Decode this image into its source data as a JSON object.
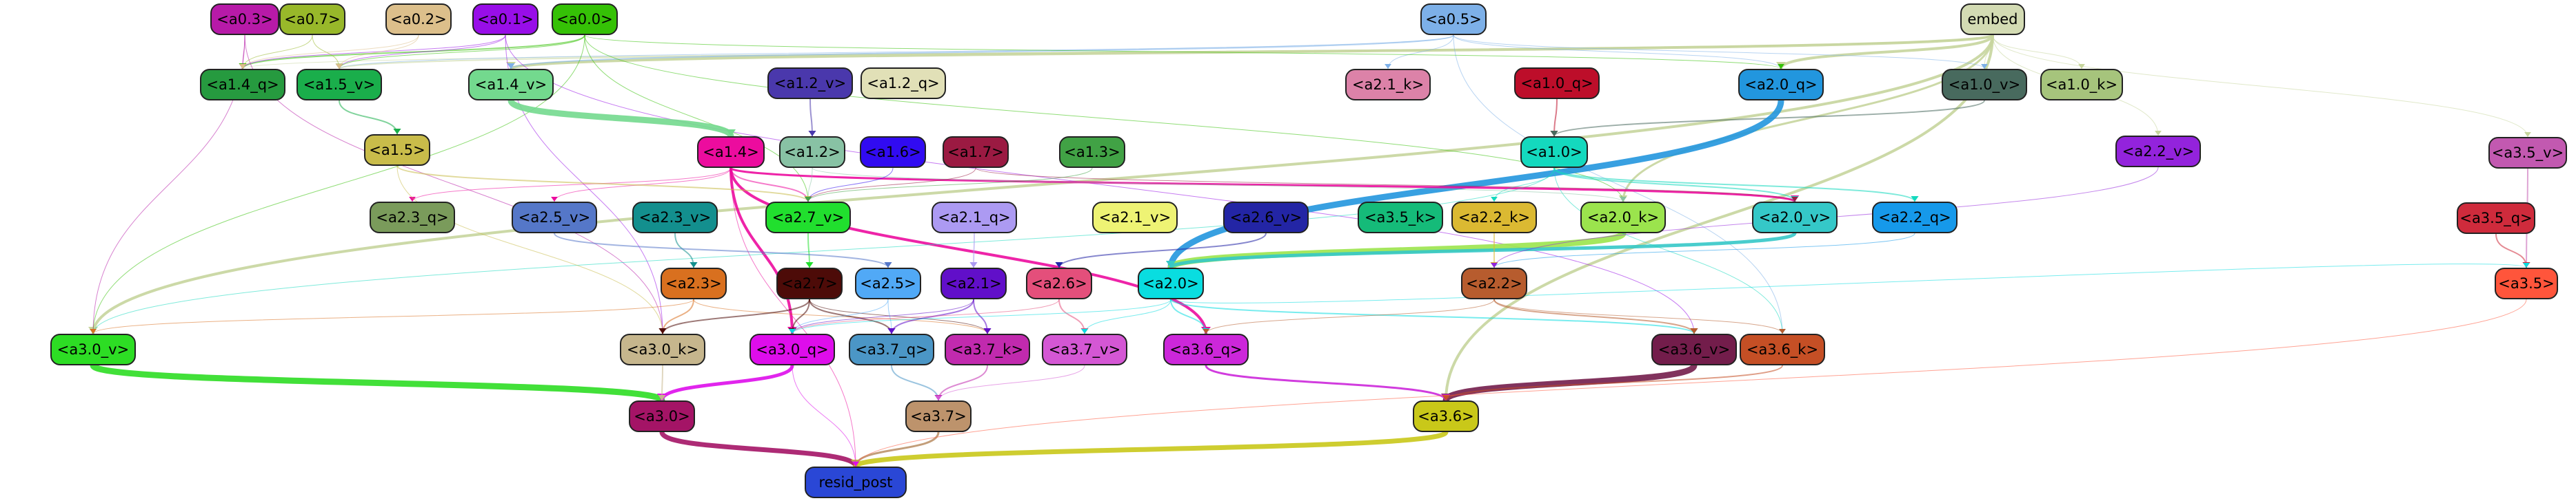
{
  "graph": {
    "nodes": [
      {
        "id": "a0.3",
        "label": "<a0.3>",
        "fill": "#b71aa8",
        "text": "#000000"
      },
      {
        "id": "a0.7",
        "label": "<a0.7>",
        "fill": "#98b82a",
        "text": "#000000"
      },
      {
        "id": "a0.2",
        "label": "<a0.2>",
        "fill": "#dcbf8b",
        "text": "#000000"
      },
      {
        "id": "a0.1",
        "label": "<a0.1>",
        "fill": "#980ee8",
        "text": "#000000"
      },
      {
        "id": "a0.0",
        "label": "<a0.0>",
        "fill": "#35c106",
        "text": "#000000"
      },
      {
        "id": "a0.5",
        "label": "<a0.5>",
        "fill": "#7db0e8",
        "text": "#000000"
      },
      {
        "id": "embed",
        "label": "embed",
        "fill": "#d3dbb3",
        "text": "#000000"
      },
      {
        "id": "a1.4_q",
        "label": "<a1.4_q>",
        "fill": "#269a3f",
        "text": "#000000"
      },
      {
        "id": "a1.5_v",
        "label": "<a1.5_v>",
        "fill": "#1aae4b",
        "text": "#000000"
      },
      {
        "id": "a1.4_v",
        "label": "<a1.4_v>",
        "fill": "#73d98e",
        "text": "#000000"
      },
      {
        "id": "a1.2_v",
        "label": "<a1.2_v>",
        "fill": "#4a38ac",
        "text": "#000000"
      },
      {
        "id": "a1.2_q",
        "label": "<a1.2_q>",
        "fill": "#e1e0b7",
        "text": "#000000"
      },
      {
        "id": "a2.1_k",
        "label": "<a2.1_k>",
        "fill": "#dc82a8",
        "text": "#000000"
      },
      {
        "id": "a1.0_q",
        "label": "<a1.0_q>",
        "fill": "#bd0e2a",
        "text": "#000000"
      },
      {
        "id": "a2.0_q",
        "label": "<a2.0_q>",
        "fill": "#2296de",
        "text": "#000000"
      },
      {
        "id": "a1.0_v",
        "label": "<a1.0_v>",
        "fill": "#486a5e",
        "text": "#000000"
      },
      {
        "id": "a1.0_k",
        "label": "<a1.0_k>",
        "fill": "#a6c47c",
        "text": "#000000"
      },
      {
        "id": "a1.5",
        "label": "<a1.5>",
        "fill": "#c9bc4a",
        "text": "#000000"
      },
      {
        "id": "a1.4",
        "label": "<a1.4>",
        "fill": "#ec0c9e",
        "text": "#000000"
      },
      {
        "id": "a1.2",
        "label": "<a1.2>",
        "fill": "#88c2a4",
        "text": "#000000"
      },
      {
        "id": "a1.6",
        "label": "<a1.6>",
        "fill": "#310bf1",
        "text": "#000000"
      },
      {
        "id": "a1.7",
        "label": "<a1.7>",
        "fill": "#9b1a42",
        "text": "#000000"
      },
      {
        "id": "a1.3",
        "label": "<a1.3>",
        "fill": "#41a245",
        "text": "#000000"
      },
      {
        "id": "a1.0",
        "label": "<a1.0>",
        "fill": "#14d9be",
        "text": "#000000"
      },
      {
        "id": "a2.2_v",
        "label": "<a2.2_v>",
        "fill": "#9323dc",
        "text": "#000000"
      },
      {
        "id": "a3.5_v",
        "label": "<a3.5_v>",
        "fill": "#c259b0",
        "text": "#000000"
      },
      {
        "id": "a2.3_q",
        "label": "<a2.3_q>",
        "fill": "#7a9b5b",
        "text": "#000000"
      },
      {
        "id": "a2.5_v",
        "label": "<a2.5_v>",
        "fill": "#5577c8",
        "text": "#000000"
      },
      {
        "id": "a2.3_v",
        "label": "<a2.3_v>",
        "fill": "#138f8e",
        "text": "#000000"
      },
      {
        "id": "a2.7_v",
        "label": "<a2.7_v>",
        "fill": "#21df2e",
        "text": "#000000"
      },
      {
        "id": "a2.1_q",
        "label": "<a2.1_q>",
        "fill": "#ac9af2",
        "text": "#000000"
      },
      {
        "id": "a2.1_v",
        "label": "<a2.1_v>",
        "fill": "#eef374",
        "text": "#000000"
      },
      {
        "id": "a2.6_v",
        "label": "<a2.6_v>",
        "fill": "#2325a5",
        "text": "#000000"
      },
      {
        "id": "a3.5_k",
        "label": "<a3.5_k>",
        "fill": "#15bb79",
        "text": "#000000"
      },
      {
        "id": "a2.2_k",
        "label": "<a2.2_k>",
        "fill": "#dbb932",
        "text": "#000000"
      },
      {
        "id": "a2.0_k",
        "label": "<a2.0_k>",
        "fill": "#9be44d",
        "text": "#000000"
      },
      {
        "id": "a2.0_v",
        "label": "<a2.0_v>",
        "fill": "#35c8c8",
        "text": "#000000"
      },
      {
        "id": "a2.2_q",
        "label": "<a2.2_q>",
        "fill": "#1699ea",
        "text": "#000000"
      },
      {
        "id": "a3.5_q",
        "label": "<a3.5_q>",
        "fill": "#cf2b3c",
        "text": "#000000"
      },
      {
        "id": "a2.3",
        "label": "<a2.3>",
        "fill": "#d9701f",
        "text": "#000000"
      },
      {
        "id": "a2.7",
        "label": "<a2.7>",
        "fill": "#4d0b08",
        "text": "#000000"
      },
      {
        "id": "a2.5",
        "label": "<a2.5>",
        "fill": "#51a9f6",
        "text": "#000000"
      },
      {
        "id": "a2.1",
        "label": "<a2.1>",
        "fill": "#610fc9",
        "text": "#000000"
      },
      {
        "id": "a2.6",
        "label": "<a2.6>",
        "fill": "#e44f7b",
        "text": "#000000"
      },
      {
        "id": "a2.0",
        "label": "<a2.0>",
        "fill": "#09dde0",
        "text": "#000000"
      },
      {
        "id": "a2.2",
        "label": "<a2.2>",
        "fill": "#b75c2e",
        "text": "#000000"
      },
      {
        "id": "a3.5",
        "label": "<a3.5>",
        "fill": "#ff553b",
        "text": "#000000"
      },
      {
        "id": "a3.0_v",
        "label": "<a3.0_v>",
        "fill": "#2ddd24",
        "text": "#000000"
      },
      {
        "id": "a3.0_k",
        "label": "<a3.0_k>",
        "fill": "#c6b68d",
        "text": "#000000"
      },
      {
        "id": "a3.0_q",
        "label": "<a3.0_q>",
        "fill": "#de0deb",
        "text": "#000000"
      },
      {
        "id": "a3.7_q",
        "label": "<a3.7_q>",
        "fill": "#4b96c6",
        "text": "#000000"
      },
      {
        "id": "a3.7_k",
        "label": "<a3.7_k>",
        "fill": "#c12aae",
        "text": "#000000"
      },
      {
        "id": "a3.7_v",
        "label": "<a3.7_v>",
        "fill": "#d457d4",
        "text": "#000000"
      },
      {
        "id": "a3.6_q",
        "label": "<a3.6_q>",
        "fill": "#cc27da",
        "text": "#000000"
      },
      {
        "id": "a3.6_v",
        "label": "<a3.6_v>",
        "fill": "#731d4b",
        "text": "#000000"
      },
      {
        "id": "a3.6_k",
        "label": "<a3.6_k>",
        "fill": "#c54f25",
        "text": "#000000"
      },
      {
        "id": "a3.0",
        "label": "<a3.0>",
        "fill": "#a41466",
        "text": "#000000"
      },
      {
        "id": "a3.7",
        "label": "<a3.7>",
        "fill": "#bd936c",
        "text": "#000000"
      },
      {
        "id": "a3.6",
        "label": "<a3.6>",
        "fill": "#c9c819",
        "text": "#000000"
      },
      {
        "id": "resid_post",
        "label": "resid_post",
        "fill": "#2a47d6",
        "text": "#000000"
      }
    ],
    "edges": [
      {
        "from": "embed",
        "to": "a1.4_v",
        "color": "#c7d59d",
        "weight": 4
      },
      {
        "from": "embed",
        "to": "a2.0_q",
        "color": "#c7d59d",
        "weight": 4
      },
      {
        "from": "embed",
        "to": "a3.0_v",
        "color": "#c7d59d",
        "weight": 4
      },
      {
        "from": "embed",
        "to": "a3.6",
        "color": "#c7d59d",
        "weight": 4
      },
      {
        "from": "embed",
        "to": "a1.5_v",
        "color": "#c7d59d",
        "weight": 2
      },
      {
        "from": "embed",
        "to": "a2.0_k",
        "color": "#c7d59d",
        "weight": 3
      },
      {
        "from": "embed",
        "to": "a1.0_k",
        "color": "#c7d59d",
        "weight": 1
      },
      {
        "from": "embed",
        "to": "a1.0_v",
        "color": "#c7d59d",
        "weight": 1
      },
      {
        "from": "embed",
        "to": "a2.2_v",
        "color": "#c7d59d",
        "weight": 1
      },
      {
        "from": "embed",
        "to": "a3.5_v",
        "color": "#c7d59d",
        "weight": 1
      },
      {
        "from": "embed",
        "to": "a1.4_q",
        "color": "#c7d59d",
        "weight": 1
      },
      {
        "from": "a0.5",
        "to": "a1.4_v",
        "color": "#7db0e8",
        "weight": 2
      },
      {
        "from": "a0.5",
        "to": "a2.1_k",
        "color": "#7db0e8",
        "weight": 1
      },
      {
        "from": "a0.5",
        "to": "a2.0_q",
        "color": "#7db0e8",
        "weight": 1
      },
      {
        "from": "a0.5",
        "to": "a1.0_v",
        "color": "#7db0e8",
        "weight": 1
      },
      {
        "from": "a0.5",
        "to": "a3.6_k",
        "color": "#7db0e8",
        "weight": 1
      },
      {
        "from": "a0.5",
        "to": "a1.5_v",
        "color": "#7db0e8",
        "weight": 1
      },
      {
        "from": "a0.0",
        "to": "a1.4_q",
        "color": "#35c106",
        "weight": 2
      },
      {
        "from": "a0.0",
        "to": "a1.5_v",
        "color": "#35c106",
        "weight": 1
      },
      {
        "from": "a0.0",
        "to": "a2.0_q",
        "color": "#35c106",
        "weight": 1
      },
      {
        "from": "a0.0",
        "to": "a2.0_k",
        "color": "#35c106",
        "weight": 1
      },
      {
        "from": "a0.0",
        "to": "a3.0_v",
        "color": "#35c106",
        "weight": 1
      },
      {
        "from": "a0.0",
        "to": "a2.7_v",
        "color": "#35c106",
        "weight": 1
      },
      {
        "from": "a0.1",
        "to": "a1.4_q",
        "color": "#980ee8",
        "weight": 1
      },
      {
        "from": "a0.1",
        "to": "a1.5_v",
        "color": "#980ee8",
        "weight": 1
      },
      {
        "from": "a0.1",
        "to": "a3.0_k",
        "color": "#980ee8",
        "weight": 1
      },
      {
        "from": "a0.1",
        "to": "a3.6_v",
        "color": "#980ee8",
        "weight": 1
      },
      {
        "from": "a0.3",
        "to": "a1.4_q",
        "color": "#b71aa8",
        "weight": 1
      },
      {
        "from": "a0.3",
        "to": "a3.0_v",
        "color": "#b71aa8",
        "weight": 1
      },
      {
        "from": "a0.3",
        "to": "a3.0_k",
        "color": "#b71aa8",
        "weight": 1
      },
      {
        "from": "a0.7",
        "to": "a1.4_q",
        "color": "#98b82a",
        "weight": 1
      },
      {
        "from": "a0.7",
        "to": "a1.5_v",
        "color": "#98b82a",
        "weight": 1
      },
      {
        "from": "a0.2",
        "to": "a1.4_q",
        "color": "#dcbf8b",
        "weight": 1
      },
      {
        "from": "a0.2",
        "to": "a1.5_v",
        "color": "#dcbf8b",
        "weight": 1
      },
      {
        "from": "a1.4_v",
        "to": "a1.4",
        "color": "#73d98e",
        "weight": 9
      },
      {
        "from": "a1.5_v",
        "to": "a1.5",
        "color": "#1aae4b",
        "weight": 2
      },
      {
        "from": "a1.2_v",
        "to": "a1.2",
        "color": "#4a38ac",
        "weight": 2
      },
      {
        "from": "a1.0_q",
        "to": "a1.0",
        "color": "#bd0e2a",
        "weight": 2
      },
      {
        "from": "a1.0_v",
        "to": "a1.0",
        "color": "#486a5e",
        "weight": 2
      },
      {
        "from": "a2.0_q",
        "to": "a2.0",
        "color": "#2296de",
        "weight": 9
      },
      {
        "from": "a2.0_k",
        "to": "a2.0",
        "color": "#9be44d",
        "weight": 9
      },
      {
        "from": "a2.0_v",
        "to": "a2.0",
        "color": "#35c8c8",
        "weight": 5
      },
      {
        "from": "a1.4",
        "to": "a3.0_q",
        "color": "#ec0c9e",
        "weight": 4
      },
      {
        "from": "a1.4",
        "to": "a3.6_q",
        "color": "#ec0c9e",
        "weight": 4
      },
      {
        "from": "a1.4",
        "to": "a2.0_v",
        "color": "#ec0c9e",
        "weight": 3
      },
      {
        "from": "a1.4",
        "to": "a2.7_v",
        "color": "#ec0c9e",
        "weight": 2
      },
      {
        "from": "a1.4",
        "to": "a2.3_q",
        "color": "#ec0c9e",
        "weight": 1
      },
      {
        "from": "a1.4",
        "to": "a2.5_v",
        "color": "#ec0c9e",
        "weight": 1
      },
      {
        "from": "a1.4",
        "to": "resid_post",
        "color": "#ec0c9e",
        "weight": 1
      },
      {
        "from": "a1.0",
        "to": "a2.0_v",
        "color": "#14d9be",
        "weight": 2
      },
      {
        "from": "a1.0",
        "to": "a2.2_q",
        "color": "#14d9be",
        "weight": 2
      },
      {
        "from": "a1.0",
        "to": "a3.6_k",
        "color": "#14d9be",
        "weight": 1
      },
      {
        "from": "a1.0",
        "to": "a3.0_v",
        "color": "#14d9be",
        "weight": 1
      },
      {
        "from": "a1.0",
        "to": "a2.2_k",
        "color": "#14d9be",
        "weight": 1
      },
      {
        "from": "a1.5",
        "to": "a2.7_v",
        "color": "#c9bc4a",
        "weight": 2
      },
      {
        "from": "a1.5",
        "to": "a3.0_k",
        "color": "#c9bc4a",
        "weight": 1
      },
      {
        "from": "a1.2",
        "to": "a2.7_v",
        "color": "#88c2a4",
        "weight": 1
      },
      {
        "from": "a1.2",
        "to": "a2.0_k",
        "color": "#88c2a4",
        "weight": 1
      },
      {
        "from": "a1.7",
        "to": "a2.7_v",
        "color": "#9b1a42",
        "weight": 1
      },
      {
        "from": "a1.7",
        "to": "a2.0_v",
        "color": "#9b1a42",
        "weight": 1
      },
      {
        "from": "a1.6",
        "to": "a2.7_v",
        "color": "#310bf1",
        "weight": 1
      },
      {
        "from": "a1.3",
        "to": "a2.7_v",
        "color": "#41a245",
        "weight": 1
      },
      {
        "from": "a2.7_v",
        "to": "a2.7",
        "color": "#21df2e",
        "weight": 2
      },
      {
        "from": "a2.3_v",
        "to": "a2.3",
        "color": "#138f8e",
        "weight": 2
      },
      {
        "from": "a2.5_v",
        "to": "a2.5",
        "color": "#5577c8",
        "weight": 2
      },
      {
        "from": "a2.1_q",
        "to": "a2.1",
        "color": "#ac9af2",
        "weight": 2
      },
      {
        "from": "a2.6_v",
        "to": "a2.6",
        "color": "#2325a5",
        "weight": 2
      },
      {
        "from": "a2.2_k",
        "to": "a2.2",
        "color": "#dbb932",
        "weight": 2
      },
      {
        "from": "a2.2_q",
        "to": "a2.2",
        "color": "#1699ea",
        "weight": 1
      },
      {
        "from": "a2.2_v",
        "to": "a2.2",
        "color": "#9323dc",
        "weight": 1
      },
      {
        "from": "a3.5_v",
        "to": "a3.5",
        "color": "#c259b0",
        "weight": 2
      },
      {
        "from": "a3.5_q",
        "to": "a3.5",
        "color": "#cf2b3c",
        "weight": 2
      },
      {
        "from": "a2.3",
        "to": "a3.0_k",
        "color": "#d9701f",
        "weight": 2
      },
      {
        "from": "a2.3",
        "to": "a3.0_v",
        "color": "#d9701f",
        "weight": 1
      },
      {
        "from": "a2.3",
        "to": "a3.7_k",
        "color": "#d9701f",
        "weight": 1
      },
      {
        "from": "a2.7",
        "to": "a3.0_q",
        "color": "#4d0b08",
        "weight": 2
      },
      {
        "from": "a2.7",
        "to": "a3.0_k",
        "color": "#4d0b08",
        "weight": 2
      },
      {
        "from": "a2.7",
        "to": "a3.7_q",
        "color": "#4d0b08",
        "weight": 2
      },
      {
        "from": "a2.7",
        "to": "a3.7_k",
        "color": "#4d0b08",
        "weight": 1
      },
      {
        "from": "a2.5",
        "to": "a3.7_q",
        "color": "#51a9f6",
        "weight": 1
      },
      {
        "from": "a2.5",
        "to": "a3.0_q",
        "color": "#51a9f6",
        "weight": 1
      },
      {
        "from": "a2.1",
        "to": "a3.7_k",
        "color": "#610fc9",
        "weight": 2
      },
      {
        "from": "a2.1",
        "to": "a3.7_q",
        "color": "#610fc9",
        "weight": 2
      },
      {
        "from": "a2.1",
        "to": "a3.0_q",
        "color": "#610fc9",
        "weight": 1
      },
      {
        "from": "a2.6",
        "to": "a3.7_v",
        "color": "#e44f7b",
        "weight": 2
      },
      {
        "from": "a2.6",
        "to": "a3.0_q",
        "color": "#e44f7b",
        "weight": 1
      },
      {
        "from": "a2.0",
        "to": "a3.6_q",
        "color": "#09dde0",
        "weight": 2
      },
      {
        "from": "a2.0",
        "to": "a3.6_v",
        "color": "#09dde0",
        "weight": 2
      },
      {
        "from": "a2.0",
        "to": "a3.7_v",
        "color": "#09dde0",
        "weight": 1
      },
      {
        "from": "a2.0",
        "to": "a3.0_q",
        "color": "#09dde0",
        "weight": 1
      },
      {
        "from": "a2.0",
        "to": "a3.5",
        "color": "#09dde0",
        "weight": 1
      },
      {
        "from": "a2.2",
        "to": "a3.6_v",
        "color": "#b75c2e",
        "weight": 2
      },
      {
        "from": "a2.2",
        "to": "a3.6_k",
        "color": "#b75c2e",
        "weight": 1
      },
      {
        "from": "a2.2",
        "to": "a3.6_q",
        "color": "#b75c2e",
        "weight": 1
      },
      {
        "from": "a3.0_v",
        "to": "a3.0",
        "color": "#2ddd24",
        "weight": 9
      },
      {
        "from": "a3.0_q",
        "to": "a3.0",
        "color": "#de0deb",
        "weight": 5
      },
      {
        "from": "a3.0_k",
        "to": "a3.0",
        "color": "#c6b68d",
        "weight": 2
      },
      {
        "from": "a3.7_q",
        "to": "a3.7",
        "color": "#4b96c6",
        "weight": 2
      },
      {
        "from": "a3.7_k",
        "to": "a3.7",
        "color": "#c12aae",
        "weight": 2
      },
      {
        "from": "a3.7_v",
        "to": "a3.7",
        "color": "#d457d4",
        "weight": 1
      },
      {
        "from": "a3.6_v",
        "to": "a3.6",
        "color": "#731d4b",
        "weight": 9
      },
      {
        "from": "a3.6_q",
        "to": "a3.6",
        "color": "#cc27da",
        "weight": 3
      },
      {
        "from": "a3.6_k",
        "to": "a3.6",
        "color": "#c54f25",
        "weight": 2
      },
      {
        "from": "a3.0",
        "to": "resid_post",
        "color": "#a41466",
        "weight": 7
      },
      {
        "from": "a3.6",
        "to": "resid_post",
        "color": "#c9c819",
        "weight": 7
      },
      {
        "from": "a3.7",
        "to": "resid_post",
        "color": "#bd936c",
        "weight": 3
      },
      {
        "from": "a3.5",
        "to": "resid_post",
        "color": "#ff553b",
        "weight": 1
      },
      {
        "from": "a3.0_q",
        "to": "resid_post",
        "color": "#de0deb",
        "weight": 1
      }
    ]
  }
}
